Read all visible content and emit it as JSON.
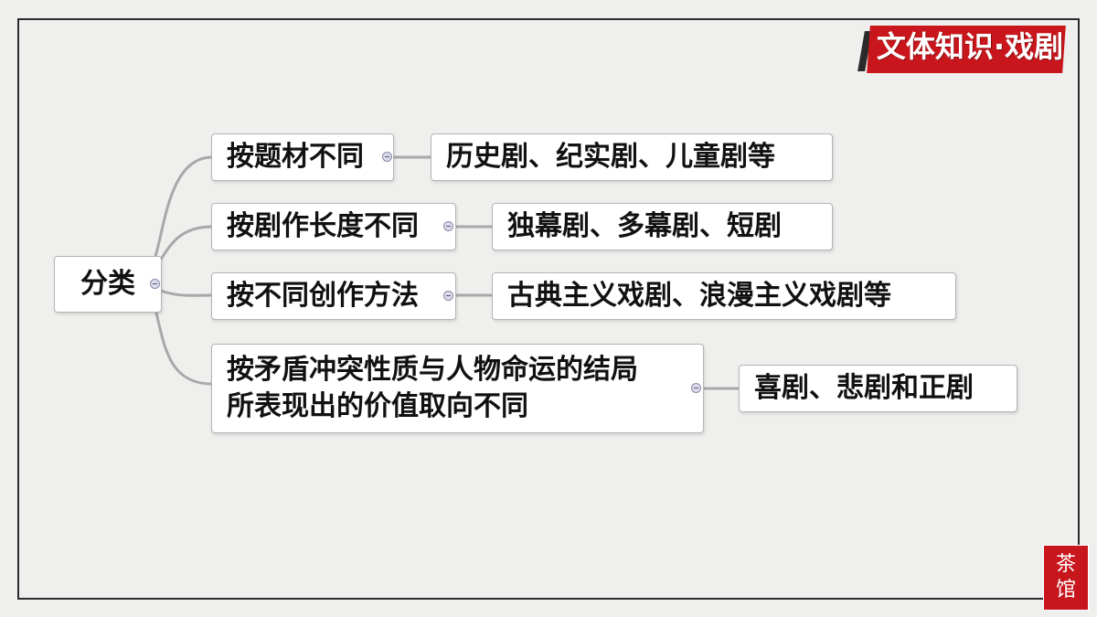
{
  "badge": {
    "text": "文体知识·戏剧"
  },
  "seal": {
    "line1": "茶",
    "line2": "馆"
  },
  "mindmap": {
    "root": "分类",
    "branches": [
      {
        "label": "按题材不同",
        "leaf": "历史剧、纪实剧、儿童剧等"
      },
      {
        "label": "按剧作长度不同",
        "leaf": "独幕剧、多幕剧、短剧"
      },
      {
        "label": "按不同创作方法",
        "leaf": "古典主义戏剧、浪漫主义戏剧等"
      },
      {
        "label_line1": "按矛盾冲突性质与人物命运的结局",
        "label_line2": "所表现出的价值取向不同",
        "leaf": "喜剧、悲剧和正剧"
      }
    ]
  },
  "colors": {
    "connector": "#a8a8a8",
    "badge": "#c9161c",
    "background": "#efefed"
  }
}
